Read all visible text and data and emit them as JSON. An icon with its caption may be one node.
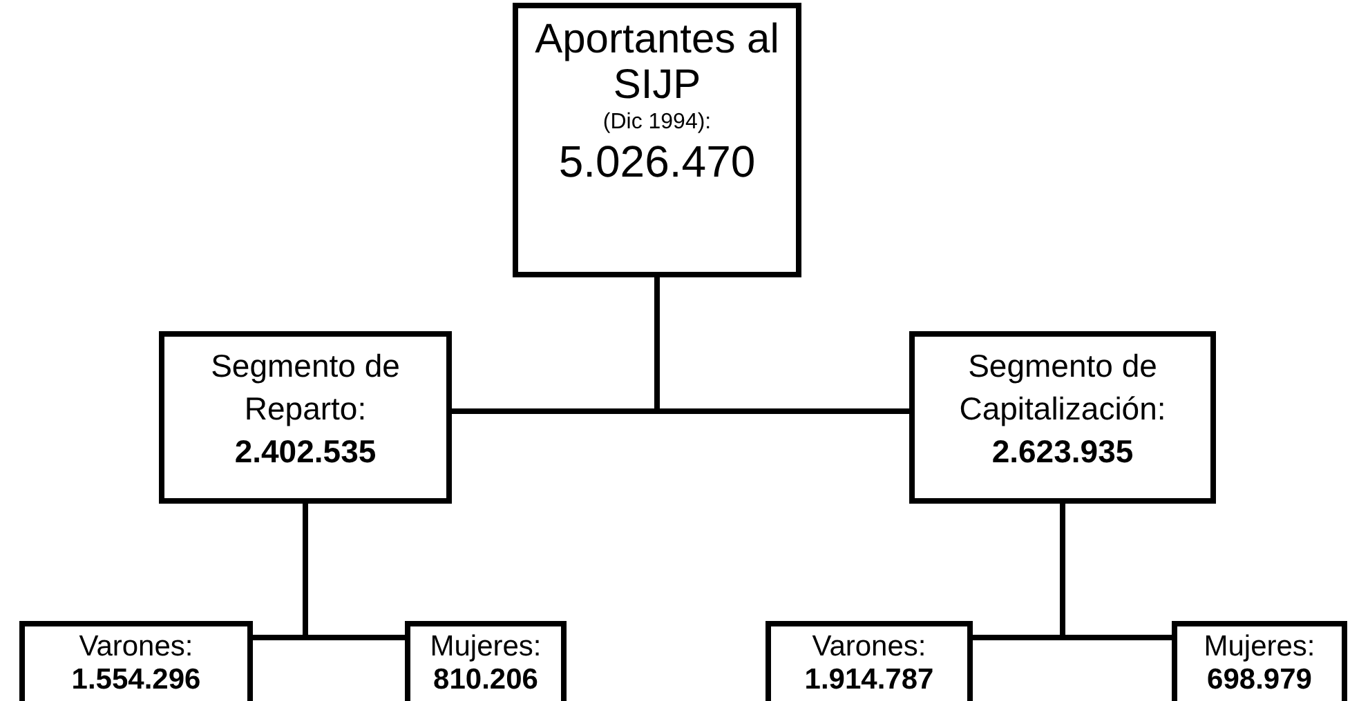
{
  "diagram": {
    "nodes": [
      {
        "text": [
          "Aportantes al SIJP",
          "(Dic 1994):",
          "5.026.470"
        ]
      },
      {
        "text": [
          "Segmento de Reparto:",
          "2.402.535"
        ]
      },
      {
        "text": [
          "Segmento de Capitalización:",
          "2.623.935"
        ]
      },
      {
        "text": [
          "Varones:",
          "1.554.296"
        ]
      },
      {
        "text": [
          "Mujeres:",
          "810.206"
        ]
      },
      {
        "text": [
          "Varones:",
          "1.914.787"
        ]
      },
      {
        "text": [
          "Mujeres:",
          "698.979"
        ]
      }
    ],
    "edges": [
      {
        "from": 0,
        "to": 1,
        "arrow": "none"
      },
      {
        "from": 0,
        "to": 2,
        "arrow": "none"
      },
      {
        "from": 1,
        "to": 3,
        "arrow": "none"
      },
      {
        "from": 1,
        "to": 4,
        "arrow": "none"
      },
      {
        "from": 2,
        "to": 5,
        "arrow": "none"
      },
      {
        "from": 2,
        "to": 6,
        "arrow": "none"
      }
    ]
  }
}
